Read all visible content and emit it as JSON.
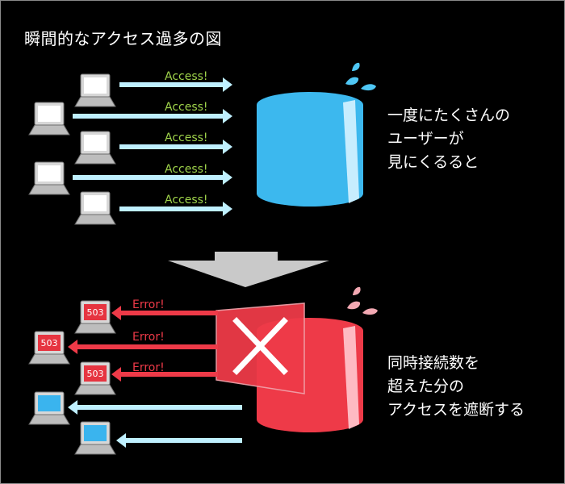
{
  "title": "瞬間的なアクセス過多の図",
  "top_note": [
    "一度にたくさんの",
    "ユーザーが",
    "見にくるると"
  ],
  "bottom_note": [
    "同時接続数を",
    "超えた分の",
    "アクセスを遮断する"
  ],
  "access_label": "Access!",
  "error_label": "Error!",
  "error_code": "503",
  "colors": {
    "request_arrow": "#bff0ff",
    "access_text": "#9ed24a",
    "error_arrow": "#ee3a48",
    "server_ok": "#3cb8ee",
    "server_error": "#ee3a48",
    "screen_ok": "#3ab4ee",
    "screen_error": "#e63440",
    "transition_arrow": "#c9c9c9",
    "splash_top": "#4fc7f5",
    "splash_bottom": "#f3a9b3"
  }
}
